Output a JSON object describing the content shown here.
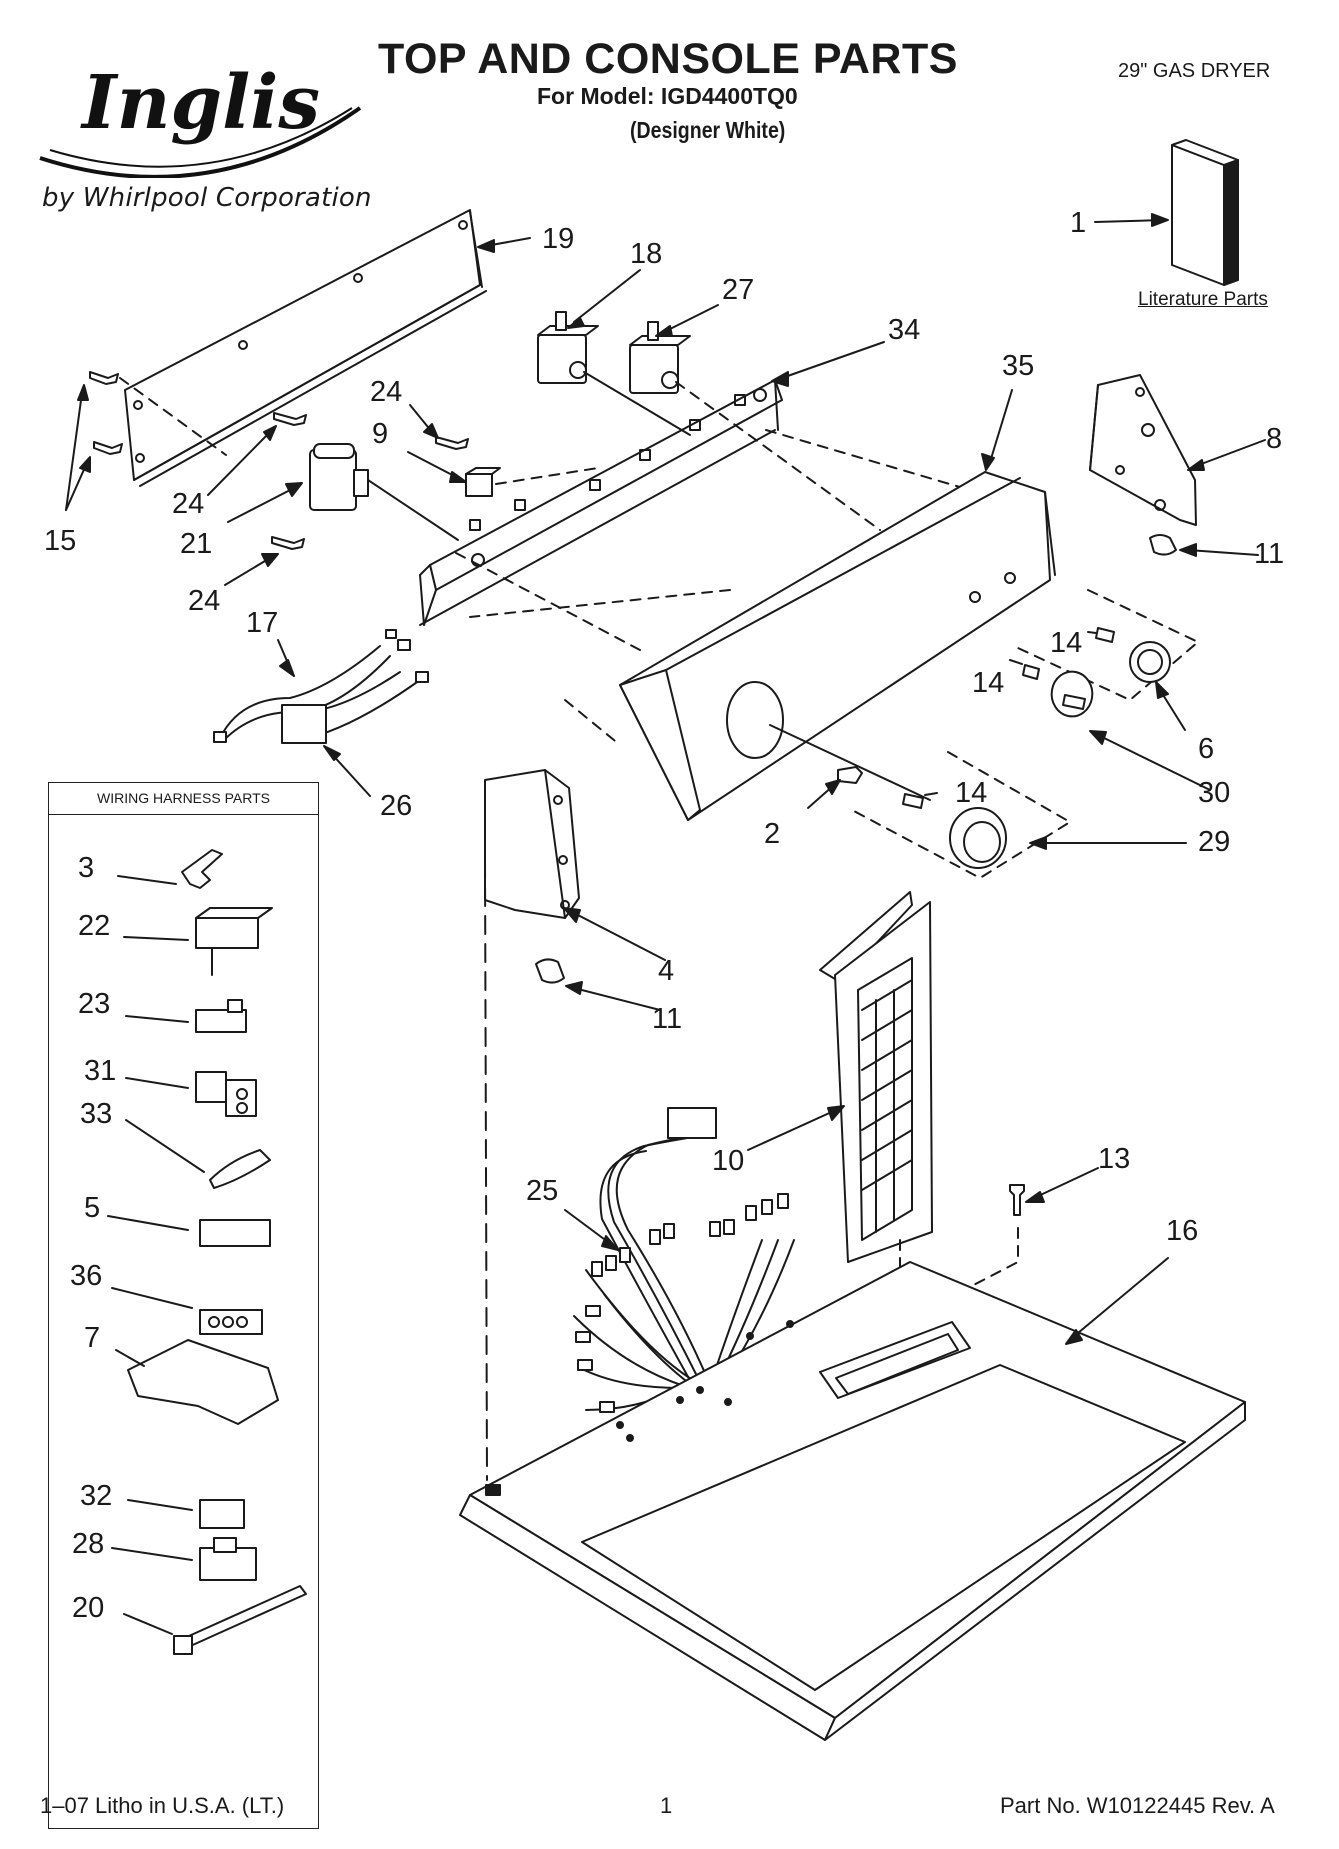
{
  "header": {
    "brand": "Inglis",
    "byline": "by Whirlpool Corporation",
    "title": "TOP AND CONSOLE PARTS",
    "model_line": "For Model: IGD4400TQ0",
    "variant_line": "(Designer White)",
    "product": "29\" GAS DRYER"
  },
  "literature": {
    "label": "Literature Parts"
  },
  "wiring_box": {
    "title": "WIRING HARNESS PARTS"
  },
  "callouts": {
    "c1": "1",
    "c2": "2",
    "c3": "3",
    "c4": "4",
    "c5": "5",
    "c6": "6",
    "c7": "7",
    "c8": "8",
    "c9": "9",
    "c10": "10",
    "c11a": "11",
    "c11b": "11",
    "c13": "13",
    "c14a": "14",
    "c14b": "14",
    "c14c": "14",
    "c15": "15",
    "c16": "16",
    "c17": "17",
    "c18": "18",
    "c19": "19",
    "c20": "20",
    "c21": "21",
    "c22": "22",
    "c23": "23",
    "c24a": "24",
    "c24b": "24",
    "c24c": "24",
    "c25": "25",
    "c26": "26",
    "c27": "27",
    "c28": "28",
    "c29": "29",
    "c30": "30",
    "c31": "31",
    "c32": "32",
    "c33": "33",
    "c34": "34",
    "c35": "35",
    "c36": "36"
  },
  "footer": {
    "left": "1–07 Litho in U.S.A. (LT.)",
    "page": "1",
    "part_no": "Part No. W10122445 Rev. A"
  }
}
